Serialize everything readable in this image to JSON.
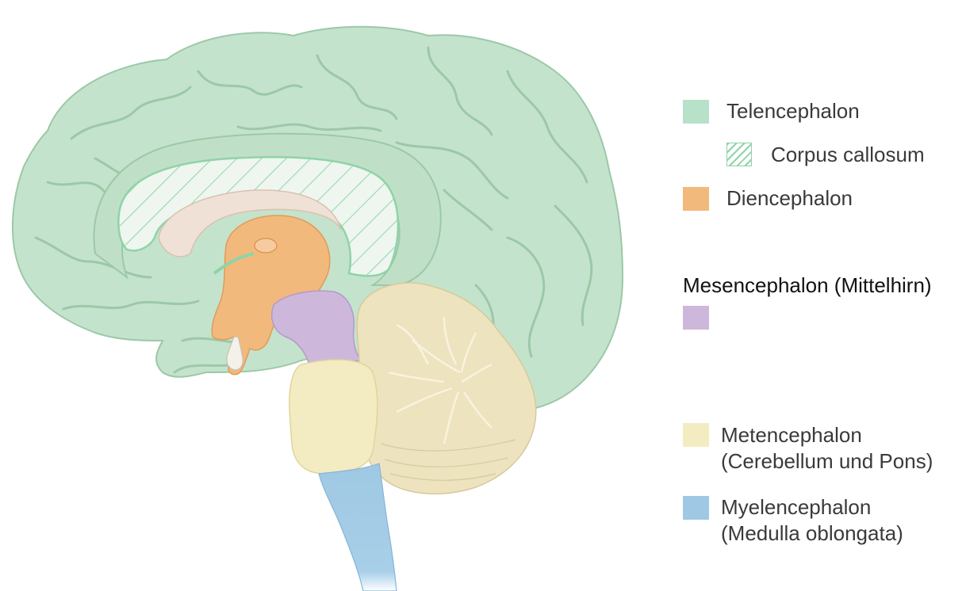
{
  "colors": {
    "telencephalon": "#b7e2c9",
    "corpus_callosum_stroke": "#8fd3a8",
    "diencephalon": "#f2b97c",
    "mesencephalon": "#cdb8dc",
    "metencephalon": "#f3ecc2",
    "myelencephalon": "#9fc8e4",
    "brain_fill": "#c4e3cc",
    "brain_outline": "#9cc8a8",
    "cerebellum": "#ede3bf"
  },
  "legend": {
    "telencephalon": "Telencephalon",
    "corpus_callosum": "Corpus callosum",
    "diencephalon": "Diencephalon",
    "mesencephalon": "Mesencephalon (Mittelhirn)",
    "metencephalon_line1": "Metencephalon",
    "metencephalon_line2": "(Cerebellum und Pons)",
    "myelencephalon_line1": "Myelencephalon",
    "myelencephalon_line2": "(Medulla oblongata)"
  }
}
